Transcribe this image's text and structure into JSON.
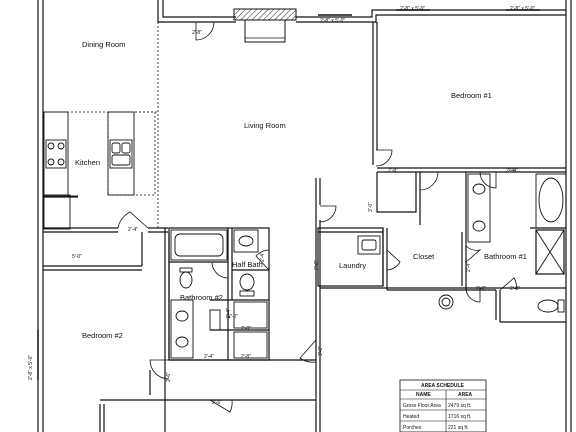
{
  "rooms": {
    "dining": "Dining Room",
    "living": "Living Room",
    "kitchen": "Kitchen",
    "bedroom1": "Bedroom #1",
    "bedroom2": "Bedroom #2",
    "bathroom1": "Bathroom #1",
    "bathroom2": "Bathroom #2",
    "half_bath": "Half Bath",
    "laundry": "Laundry",
    "closet": "Closet"
  },
  "dimensions": {
    "d1": "2'-8\"",
    "d2": "2'-8\" x 5'-0\"",
    "d3": "2'-8\" x 5'-0\"",
    "d4": "2'-8\" x 5'-0\"",
    "d5": "2'-8\"",
    "d6": "2'-4\"",
    "d7": "3'-0\"",
    "d8": "2'-4\"",
    "d9": "5'-0\"",
    "d10": "2'-4\"",
    "d11": "2'-6\"",
    "d12": "2'-4\"",
    "d13": "2'-0\"",
    "d14": "2'-0\"",
    "d15": "2'-4\"",
    "d16": "2'-4\"",
    "d17": "3'-0\"",
    "d18": "2'-8\"",
    "d19": "2'-6\"",
    "d20": "2'-6\"",
    "d21": "2'-8\" x 5'-0\"",
    "d22": "2'-0\"",
    "d23": "2'-0\"",
    "d24": "2'-4\""
  },
  "area_schedule": {
    "title": "AREA SCHEDULE",
    "headers": [
      "NAME",
      "AREA"
    ],
    "rows": [
      [
        "Gross Floor Area",
        "2479 sq ft."
      ],
      [
        "Heated",
        "1716 sq ft."
      ],
      [
        "Porches",
        "221 sq ft."
      ]
    ]
  }
}
